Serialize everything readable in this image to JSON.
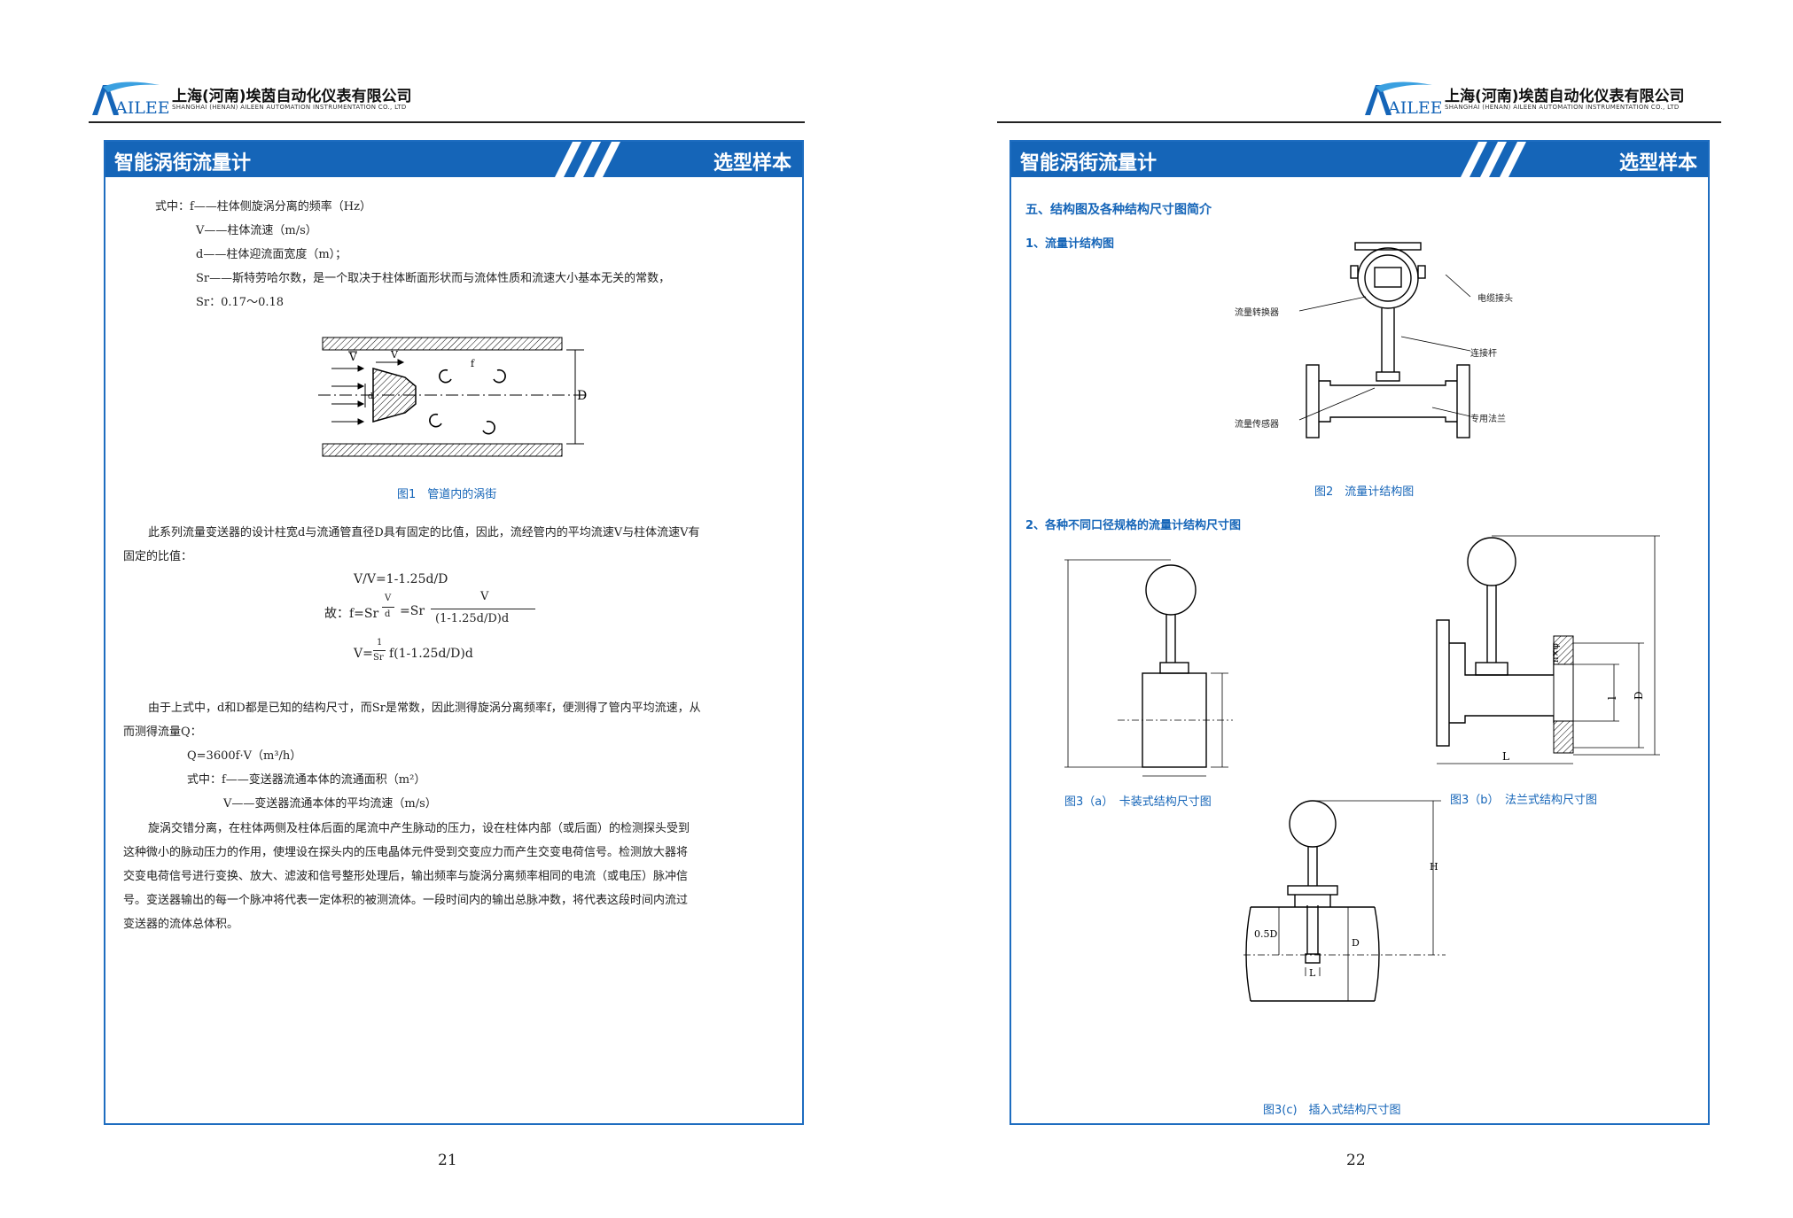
{
  "header": {
    "company_cn": "上海(河南)埃茵自动化仪表有限公司",
    "company_en": "SHANGHAI (HENAN) AILEEN AUTOMATION INSTRUMENTATION CO., LTD",
    "logo_text": "AILEEN"
  },
  "left": {
    "title": "智能涡街流量计",
    "tag": "选型样本",
    "defs": [
      "式中：f——柱体侧旋涡分离的频率（Hz）",
      "V——柱体流速（m/s）",
      "d——柱体迎流面宽度（m）；",
      "Sr——斯特劳哈尔数，是一个取决于柱体断面形状而与流体性质和流速大小基本无关的常数，",
      "Sr：0.17～0.18"
    ],
    "fig1_caption": "图1　管道内的涡街",
    "fig1_labels": {
      "v": "V",
      "vbar": "V",
      "f": "f",
      "d": "d",
      "D": "D"
    },
    "para1_line1": "此系列流量变送器的设计柱宽d与流通管直径D具有固定的比值，因此，流经管内的平均流速V与柱体流速V有",
    "para1_line2": "固定的比值：",
    "eq1": "V/V=1-1.25d/D",
    "eq2_prefix": "故：f=Sr",
    "eq2_frac_num": "V",
    "eq2_frac_den": "d",
    "eq2_mid": "=Sr",
    "eq2_frac2_num": "V",
    "eq2_frac2_den": "(1-1.25d/D)d",
    "eq3_prefix": "V=",
    "eq3_frac_num": "1",
    "eq3_frac_den": "Sr",
    "eq3_rest": "f(1-1.25d/D)d",
    "para2_line1": "由于上式中，d和D都是已知的结构尺寸，而Sr是常数，因此测得旋涡分离频率f，便测得了管内平均流速，从",
    "para2_line2": "而测得流量Q：",
    "q_eq": "Q=3600f·V（m³/h）",
    "q_def1": "式中：f——变送器流通本体的流通面积（m²）",
    "q_def2": "V——变送器流通本体的平均流速（m/s）",
    "para3": [
      "旋涡交错分离，在柱体两侧及柱体后面的尾流中产生脉动的压力，设在柱体内部（或后面）的检测探头受到",
      "这种微小的脉动压力的作用，使埋设在探头内的压电晶体元件受到交变应力而产生交变电荷信号。检测放大器将",
      "交变电荷信号进行变换、放大、滤波和信号整形处理后，输出频率与旋涡分离频率相同的电流（或电压）脉冲信",
      "号。变送器输出的每一个脉冲将代表一定体积的被测流体。一段时间内的输出总脉冲数，将代表这段时间内流过",
      "变送器的流体总体积。"
    ],
    "page_number": "21"
  },
  "right": {
    "title": "智能涡街流量计",
    "tag": "选型样本",
    "section5": "五、结构图及各种结构尺寸图简介",
    "sub1": "1、流量计结构图",
    "fig2_labels": [
      "流量转换器",
      "电缆接头",
      "连接杆",
      "流量传感器",
      "专用法兰"
    ],
    "fig2_caption": "图2　流量计结构图",
    "sub2": "2、各种不同口径规格的流量计结构尺寸图",
    "fig3a_caption": "图3（a）　卡装式结构尺寸图",
    "fig3b_caption": "图3（b）　法兰式结构尺寸图",
    "fig3b_labels": {
      "L": "L",
      "D": "D",
      "l": "l",
      "nd": "n×φ"
    },
    "fig3c_caption": "图3(c)　插入式结构尺寸图",
    "fig3c_labels": {
      "H": "H",
      "half_D": "0.5D",
      "D": "D",
      "L": "L"
    },
    "page_number": "22"
  }
}
